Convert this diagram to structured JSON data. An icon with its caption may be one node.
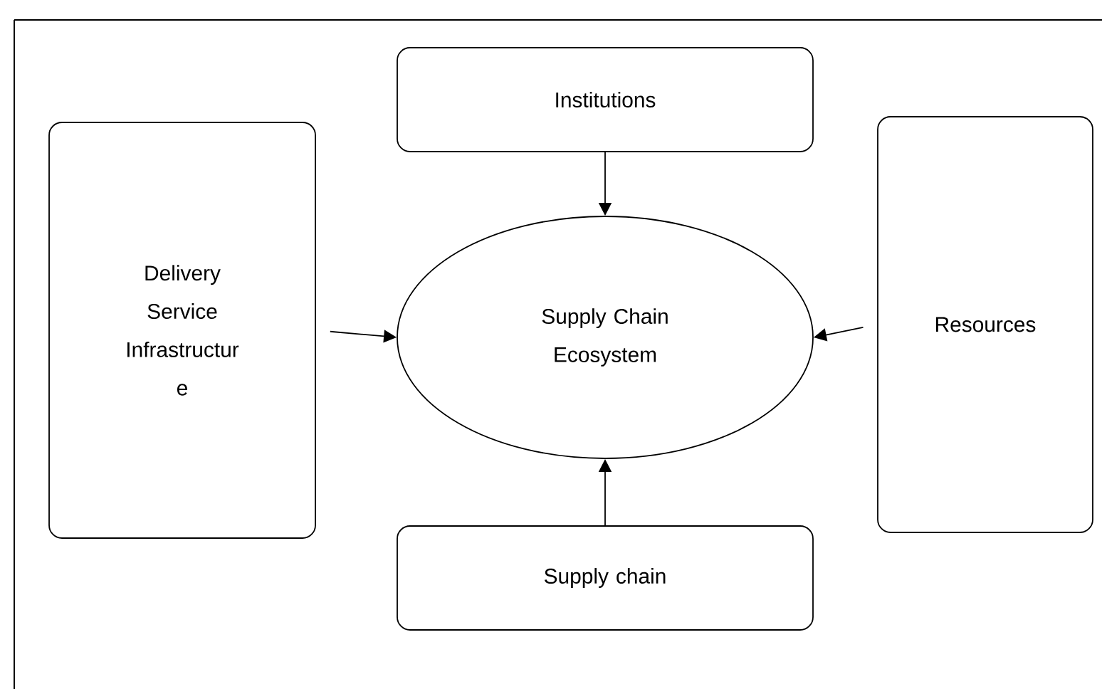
{
  "diagram": {
    "nodes": [
      {
        "text": [
          "Institutions"
        ]
      },
      {
        "text": [
          "Delivery Service Infrastructur e"
        ]
      },
      {
        "text": [
          "Supply Chain Ecosystem"
        ]
      },
      {
        "text": [
          "Resources"
        ]
      },
      {
        "text": [
          "Supply chain"
        ]
      }
    ],
    "edges": [
      {
        "from": 0,
        "to": 2,
        "arrow": "to"
      },
      {
        "from": 1,
        "to": 2,
        "arrow": "to"
      },
      {
        "from": 3,
        "to": 2,
        "arrow": "to"
      },
      {
        "from": 4,
        "to": 2,
        "arrow": "to"
      }
    ]
  }
}
